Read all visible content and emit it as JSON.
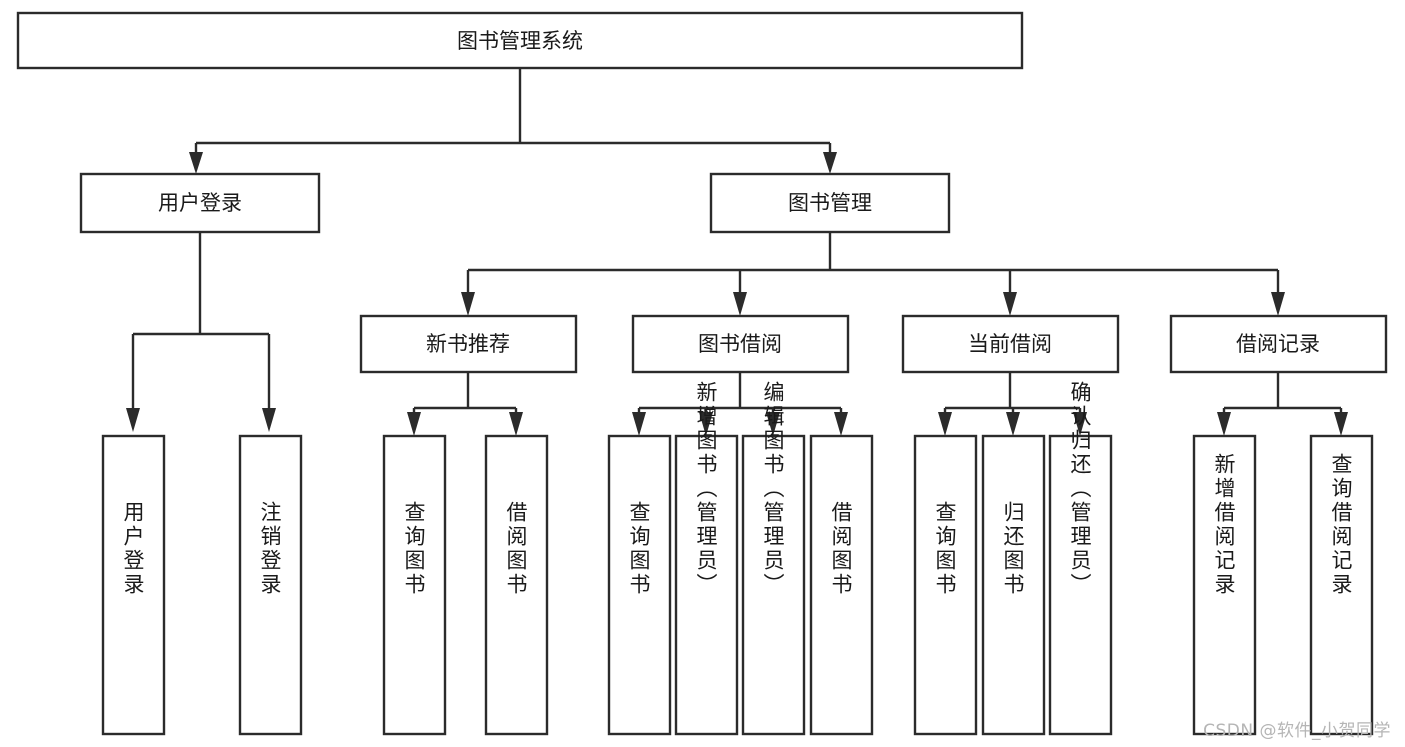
{
  "diagram": {
    "title": "图书管理系统",
    "type": "tree-hierarchy-functional-structure",
    "background_color": "#ffffff",
    "line_color": "#2b2b2b",
    "text_color": "#1a1a1a"
  },
  "watermark": {
    "text": "CSDN @软件_小贺同学",
    "color": "#b5b5b5"
  },
  "nodes": {
    "root": {
      "label": "图书管理系统",
      "level": 1,
      "orientation": "horizontal"
    },
    "l2_user_login": {
      "label": "用户登录",
      "level": 2,
      "orientation": "horizontal"
    },
    "l2_book_manage": {
      "label": "图书管理",
      "level": 2,
      "orientation": "horizontal"
    },
    "l3_new_book_rec": {
      "label": "新书推荐",
      "level": 3,
      "orientation": "horizontal"
    },
    "l3_book_borrow": {
      "label": "图书借阅",
      "level": 3,
      "orientation": "horizontal"
    },
    "l3_current_borrow": {
      "label": "当前借阅",
      "level": 3,
      "orientation": "horizontal"
    },
    "l3_borrow_record": {
      "label": "借阅记录",
      "level": 3,
      "orientation": "horizontal"
    },
    "leaf_user_login": {
      "label": "用户登录",
      "level": 3,
      "orientation": "vertical"
    },
    "leaf_logout": {
      "label": "注销登录",
      "level": 3,
      "orientation": "vertical"
    },
    "leaf_rec_query": {
      "label": "查询图书",
      "level": 4,
      "orientation": "vertical"
    },
    "leaf_rec_borrow": {
      "label": "借阅图书",
      "level": 4,
      "orientation": "vertical"
    },
    "leaf_borrow_query": {
      "label": "查询图书",
      "level": 4,
      "orientation": "vertical"
    },
    "leaf_borrow_add": {
      "label": "新增图书（管理员）",
      "level": 4,
      "orientation": "vertical"
    },
    "leaf_borrow_edit": {
      "label": "编辑图书（管理员）",
      "level": 4,
      "orientation": "vertical"
    },
    "leaf_borrow_lend": {
      "label": "借阅图书",
      "level": 4,
      "orientation": "vertical"
    },
    "leaf_cur_query": {
      "label": "查询图书",
      "level": 4,
      "orientation": "vertical"
    },
    "leaf_cur_return": {
      "label": "归还图书",
      "level": 4,
      "orientation": "vertical"
    },
    "leaf_cur_confirm": {
      "label": "确认归还（管理员）",
      "level": 4,
      "orientation": "vertical"
    },
    "leaf_rec_add": {
      "label": "新增借阅记录",
      "level": 4,
      "orientation": "vertical"
    },
    "leaf_rec_query_record": {
      "label": "查询借阅记录",
      "level": 4,
      "orientation": "vertical"
    }
  },
  "hierarchy": {
    "root": "图书管理系统",
    "children": [
      {
        "label": "用户登录",
        "children": [
          {
            "label": "用户登录"
          },
          {
            "label": "注销登录"
          }
        ]
      },
      {
        "label": "图书管理",
        "children": [
          {
            "label": "新书推荐",
            "children": [
              {
                "label": "查询图书"
              },
              {
                "label": "借阅图书"
              }
            ]
          },
          {
            "label": "图书借阅",
            "children": [
              {
                "label": "查询图书"
              },
              {
                "label": "新增图书（管理员）"
              },
              {
                "label": "编辑图书（管理员）"
              },
              {
                "label": "借阅图书"
              }
            ]
          },
          {
            "label": "当前借阅",
            "children": [
              {
                "label": "查询图书"
              },
              {
                "label": "归还图书"
              },
              {
                "label": "确认归还（管理员）"
              }
            ]
          },
          {
            "label": "借阅记录",
            "children": [
              {
                "label": "新增借阅记录"
              },
              {
                "label": "查询借阅记录"
              }
            ]
          }
        ]
      }
    ]
  }
}
